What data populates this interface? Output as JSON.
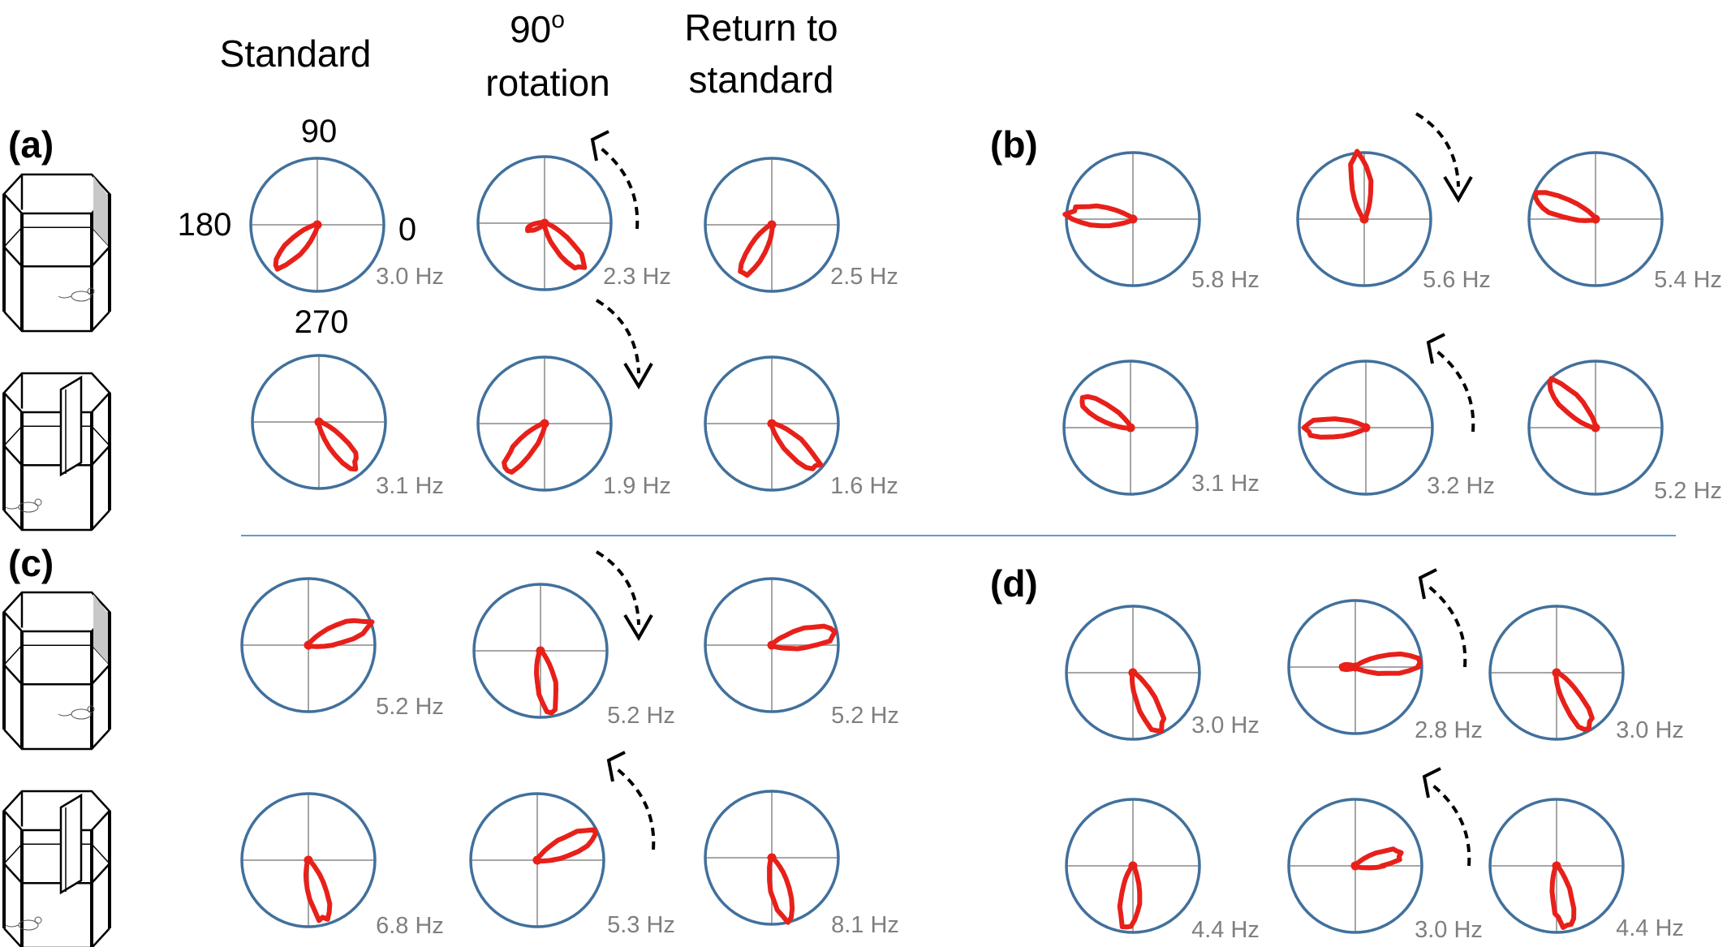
{
  "headers": {
    "standard": "Standard",
    "rotation_line1": "90",
    "rotation_sup": "o",
    "rotation_line2": "rotation",
    "return_line1": "Return to",
    "return_line2": "standard"
  },
  "angle_labels": {
    "a90": "90",
    "a180": "180",
    "a0": "0",
    "a270": "270"
  },
  "panel_labels": {
    "a": "(a)",
    "b": "(b)",
    "c": "(c)",
    "d": "(d)"
  },
  "colors": {
    "circle": "#41709c",
    "trace": "#e8201a",
    "axis": "#a6a6a6",
    "divider": "#5b9bd5",
    "hz_text": "#7f7f7f"
  },
  "icons": {
    "cylinder": "octagonal-arena-with-cue-card-icon",
    "wall": "octagonal-arena-with-wall-icon",
    "rat": "rat-icon",
    "arrow": "dashed-rotation-arrow-icon"
  },
  "plots": [
    {
      "id": "a1-std",
      "rate": "3.0 Hz",
      "lobe": [
        {
          "a": 225,
          "r": 0.85
        }
      ]
    },
    {
      "id": "a1-rot",
      "rate": "2.3 Hz",
      "lobe": [
        {
          "a": 310,
          "r": 0.85
        },
        {
          "a": 200,
          "r": 0.25
        }
      ]
    },
    {
      "id": "a1-ret",
      "rate": "2.5 Hz",
      "lobe": [
        {
          "a": 240,
          "r": 0.8
        }
      ]
    },
    {
      "id": "a2-std",
      "rate": "3.1 Hz",
      "lobe": [
        {
          "a": 310,
          "r": 0.85
        }
      ]
    },
    {
      "id": "a2-rot",
      "rate": "1.9 Hz",
      "lobe": [
        {
          "a": 230,
          "r": 0.9
        }
      ]
    },
    {
      "id": "a2-ret",
      "rate": "1.6 Hz",
      "lobe": [
        {
          "a": 315,
          "r": 0.95
        }
      ]
    },
    {
      "id": "b1-std",
      "rate": "5.8 Hz",
      "lobe": [
        {
          "a": 175,
          "r": 0.95
        }
      ]
    },
    {
      "id": "b1-rot",
      "rate": "5.6 Hz",
      "lobe": [
        {
          "a": 95,
          "r": 0.95
        }
      ]
    },
    {
      "id": "b1-ret",
      "rate": "5.4 Hz",
      "lobe": [
        {
          "a": 160,
          "r": 0.95
        }
      ]
    },
    {
      "id": "b2-std",
      "rate": "3.1 Hz",
      "lobe": [
        {
          "a": 150,
          "r": 0.85
        }
      ]
    },
    {
      "id": "b2-rot",
      "rate": "3.2 Hz",
      "lobe": [
        {
          "a": 180,
          "r": 0.9
        }
      ]
    },
    {
      "id": "b2-ret",
      "rate": "5.2 Hz",
      "lobe": [
        {
          "a": 135,
          "r": 0.95
        }
      ]
    },
    {
      "id": "c1-std",
      "rate": "5.2 Hz",
      "lobe": [
        {
          "a": 20,
          "r": 0.95
        }
      ]
    },
    {
      "id": "c1-rot",
      "rate": "5.2 Hz",
      "lobe": [
        {
          "a": 280,
          "r": 0.9
        }
      ]
    },
    {
      "id": "c1-ret",
      "rate": "5.2 Hz",
      "lobe": [
        {
          "a": 12,
          "r": 0.95
        }
      ]
    },
    {
      "id": "c2-std",
      "rate": "6.8 Hz",
      "lobe": [
        {
          "a": 285,
          "r": 0.9
        }
      ]
    },
    {
      "id": "c2-rot",
      "rate": "5.3 Hz",
      "lobe": [
        {
          "a": 25,
          "r": 0.95
        }
      ]
    },
    {
      "id": "c2-ret",
      "rate": "8.1 Hz",
      "lobe": [
        {
          "a": 285,
          "r": 0.95
        }
      ]
    },
    {
      "id": "d1-std",
      "rate": "3.0 Hz",
      "lobe": [
        {
          "a": 295,
          "r": 0.95
        }
      ]
    },
    {
      "id": "d1-rot",
      "rate": "2.8 Hz",
      "lobe": [
        {
          "a": 5,
          "r": 0.95
        },
        {
          "a": 180,
          "r": 0.2
        }
      ]
    },
    {
      "id": "d1-ret",
      "rate": "3.0 Hz",
      "lobe": [
        {
          "a": 300,
          "r": 0.95
        }
      ]
    },
    {
      "id": "d2-std",
      "rate": "4.4 Hz",
      "lobe": [
        {
          "a": 265,
          "r": 0.95
        }
      ]
    },
    {
      "id": "d2-rot",
      "rate": "3.0 Hz",
      "lobe": [
        {
          "a": 15,
          "r": 0.7
        }
      ]
    },
    {
      "id": "d2-ret",
      "rate": "4.4 Hz",
      "lobe": [
        {
          "a": 280,
          "r": 0.95
        }
      ]
    }
  ],
  "arrows": [
    {
      "id": "a1",
      "dir": "ccw"
    },
    {
      "id": "a2",
      "dir": "cw"
    },
    {
      "id": "b1",
      "dir": "cw"
    },
    {
      "id": "b2",
      "dir": "ccw"
    },
    {
      "id": "c1",
      "dir": "cw"
    },
    {
      "id": "c2",
      "dir": "ccw"
    },
    {
      "id": "d1",
      "dir": "ccw"
    },
    {
      "id": "d2",
      "dir": "ccw"
    }
  ]
}
